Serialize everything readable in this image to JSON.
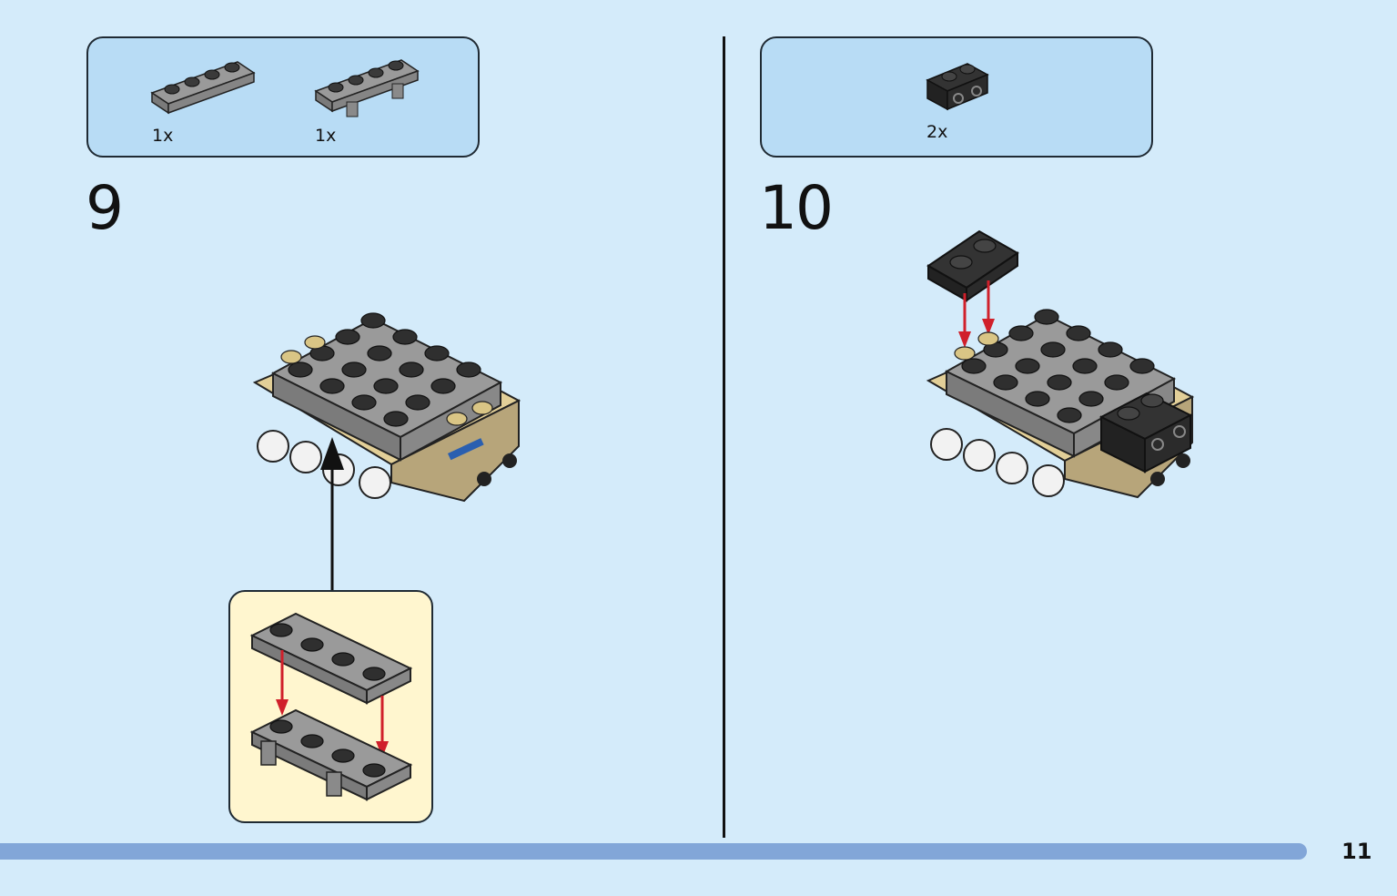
{
  "step9": {
    "number": "9",
    "parts": [
      {
        "icon": "plate-1x4-icon",
        "quantity": "1x"
      },
      {
        "icon": "plate-1x4-with-clips-icon",
        "quantity": "1x"
      }
    ]
  },
  "step10": {
    "number": "10",
    "parts": [
      {
        "icon": "bracket-1x2-black-icon",
        "quantity": "2x"
      }
    ]
  },
  "page": {
    "number": "11"
  },
  "colors": {
    "background": "#d4ebfa",
    "parts_box": "#b8dcf5",
    "callout": "#fff6cf",
    "progress_bar": "#82a6d8",
    "brick_gray": "#8e8e8e",
    "brick_black": "#2a2a2a",
    "brick_tan": "#e2cf98",
    "arrow_red": "#d0202b"
  }
}
